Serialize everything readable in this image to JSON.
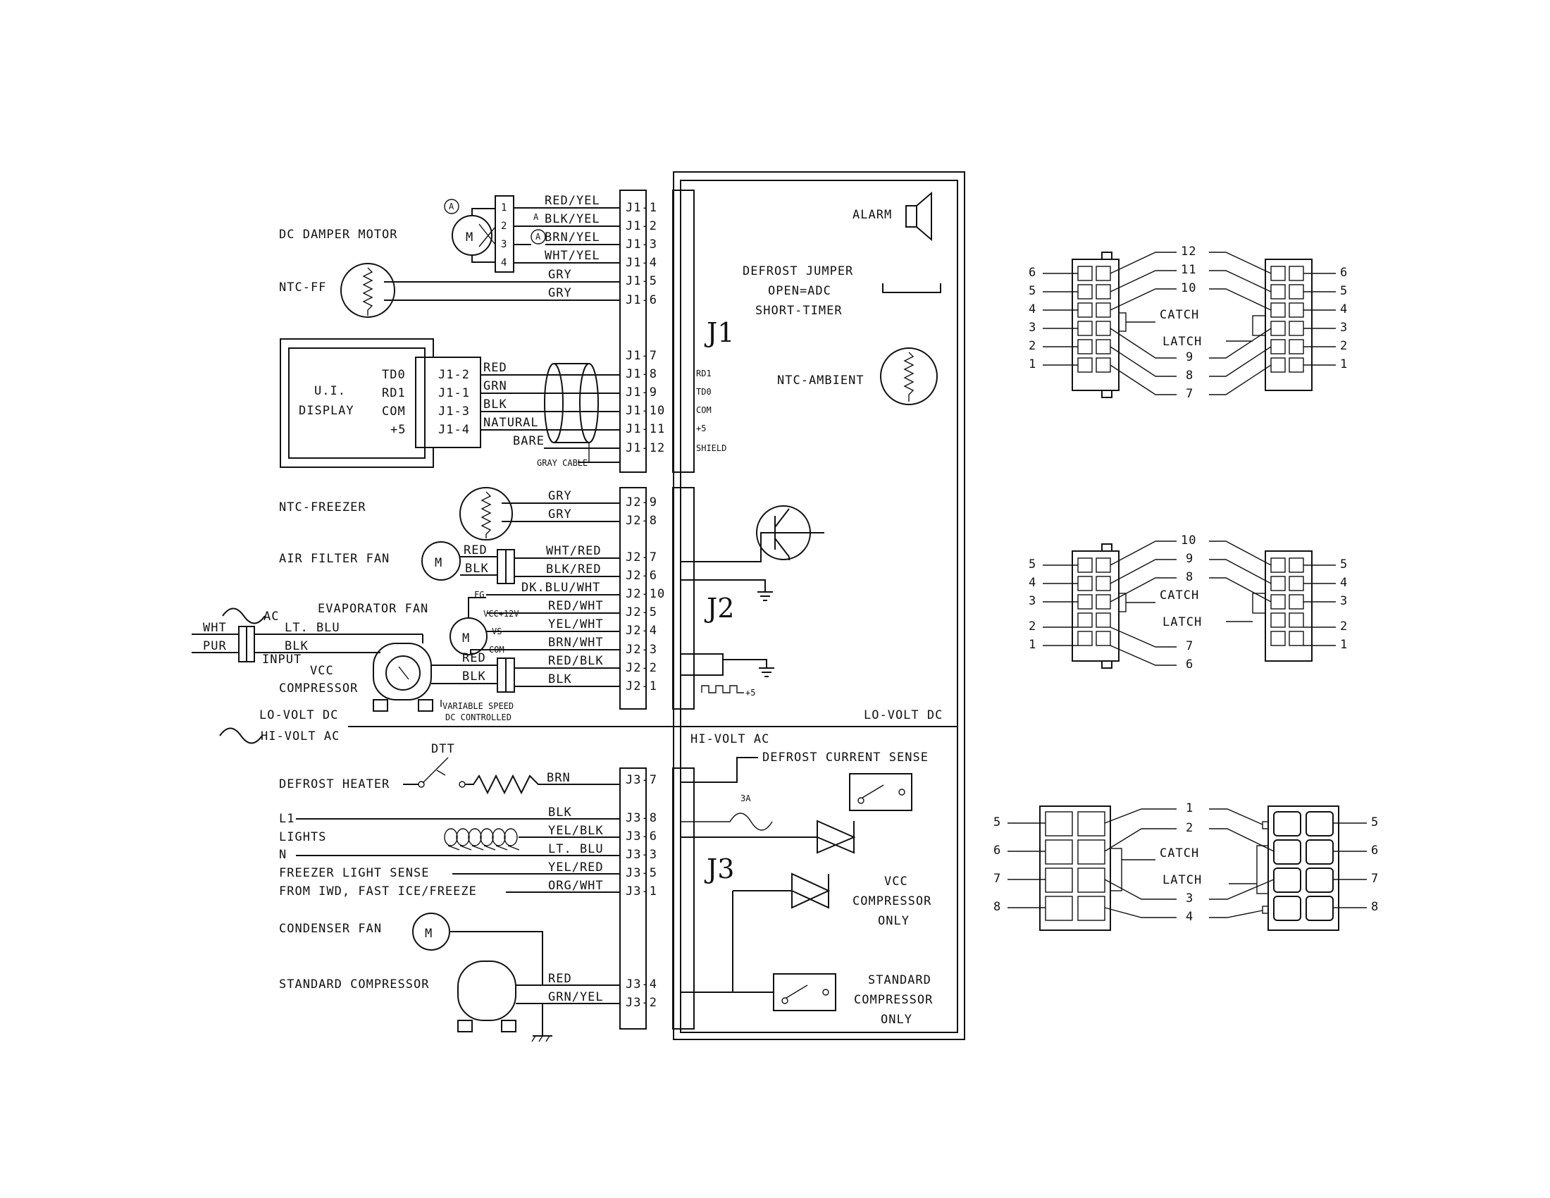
{
  "left_labels": {
    "dc_damper_motor": "DC DAMPER MOTOR",
    "ntc_ff": "NTC-FF",
    "ui_display_1": "U.I.",
    "ui_display_2": "DISPLAY",
    "ui_td0": "TD0",
    "ui_rd1": "RD1",
    "ui_com": "COM",
    "ui_p5": "+5",
    "ntc_freezer": "NTC-FREEZER",
    "air_filter_fan": "AIR FILTER FAN",
    "evaporator_fan": "EVAPORATOR FAN",
    "ac": "AC",
    "input": "INPUT",
    "vcc_1": "VCC",
    "vcc_2": "COMPRESSOR",
    "var_speed_1": "VARIABLE SPEED",
    "var_speed_2": "DC CONTROLLED",
    "lo_volt_dc": "LO-VOLT DC",
    "hi_volt_ac": "HI-VOLT AC",
    "dtt": "DTT",
    "defrost_heater": "DEFROST HEATER",
    "l1": "L1",
    "lights": "LIGHTS",
    "n": "N",
    "freezer_light_sense": "FREEZER LIGHT SENSE",
    "from_iwd": "FROM IWD, FAST ICE/FREEZE",
    "condenser_fan": "CONDENSER FAN",
    "standard_compressor": "STANDARD COMPRESSOR",
    "gray_cable": "GRAY CABLE",
    "bare": "BARE",
    "motor_m": "M",
    "circle_a": "A",
    "a_mark": "A",
    "fg": "FG",
    "vcc12": "VCC+12V",
    "vs": "VS",
    "com_small": "COM",
    "wht": "WHT",
    "pur": "PUR",
    "lt_blu_in": "LT. BLU",
    "blk_in": "BLK"
  },
  "wires_j1": [
    {
      "color": "RED/YEL",
      "pin": "J1-1"
    },
    {
      "color": "BLK/YEL",
      "pin": "J1-2"
    },
    {
      "color": "BRN/YEL",
      "pin": "J1-3"
    },
    {
      "color": "WHT/YEL",
      "pin": "J1-4"
    },
    {
      "color": "GRY",
      "pin": "J1-5"
    },
    {
      "color": "GRY",
      "pin": "J1-6"
    }
  ],
  "motor_pins": [
    "1",
    "2",
    "3",
    "4"
  ],
  "ui_pins": [
    "J1-2",
    "J1-1",
    "J1-3",
    "J1-4"
  ],
  "ui_wires": [
    "RED",
    "GRN",
    "BLK",
    "NATURAL"
  ],
  "j1_lower_pins": [
    "J1-7",
    "J1-8",
    "J1-9",
    "J1-10",
    "J1-11",
    "J1-12"
  ],
  "j1_inner": [
    "RD1",
    "TD0",
    "COM",
    "+5",
    "SHIELD"
  ],
  "wires_j2": [
    {
      "color": "GRY",
      "pin": "J2-9"
    },
    {
      "color": "GRY",
      "pin": "J2-8"
    },
    {
      "color": "WHT/RED",
      "pin": "J2-7"
    },
    {
      "color": "BLK/RED",
      "pin": "J2-6"
    },
    {
      "color": "DK.BLU/WHT",
      "pin": "J2-10"
    },
    {
      "color": "RED/WHT",
      "pin": "J2-5"
    },
    {
      "color": "YEL/WHT",
      "pin": "J2-4"
    },
    {
      "color": "BRN/WHT",
      "pin": "J2-3"
    },
    {
      "color": "RED/BLK",
      "pin": "J2-2"
    },
    {
      "color": "BLK",
      "pin": "J2-1"
    }
  ],
  "air_fan_wires": [
    "RED",
    "BLK"
  ],
  "comp_wires": [
    "RED",
    "BLK"
  ],
  "wires_j3": [
    {
      "color": "BRN",
      "pin": "J3-7"
    },
    {
      "color": "BLK",
      "pin": "J3-8"
    },
    {
      "color": "YEL/BLK",
      "pin": "J3-6"
    },
    {
      "color": "LT. BLU",
      "pin": "J3-3"
    },
    {
      "color": "YEL/RED",
      "pin": "J3-5"
    },
    {
      "color": "ORG/WHT",
      "pin": "J3-1"
    },
    {
      "color": "RED",
      "pin": "J3-4"
    },
    {
      "color": "GRN/YEL",
      "pin": "J3-2"
    }
  ],
  "board": {
    "j1": "J1",
    "j2": "J2",
    "j3": "J3",
    "alarm": "ALARM",
    "defrost_jumper_1": "DEFROST JUMPER",
    "defrost_jumper_2": "OPEN=ADC",
    "defrost_jumper_3": "SHORT-TIMER",
    "ntc_ambient": "NTC-AMBIENT",
    "lo_volt_dc": "LO-VOLT DC",
    "hi_volt_ac": "HI-VOLT AC",
    "defrost_current_sense": "DEFROST CURRENT SENSE",
    "fuse": "3A",
    "plus5": "+5",
    "vcc_only_1": "VCC",
    "vcc_only_2": "COMPRESSOR",
    "vcc_only_3": "ONLY",
    "std_only_1": "STANDARD",
    "std_only_2": "COMPRESSOR",
    "std_only_3": "ONLY"
  },
  "connectors": {
    "catch": "CATCH",
    "latch": "LATCH",
    "c12": {
      "left": [
        "6",
        "5",
        "4",
        "3",
        "2",
        "1"
      ],
      "mid_top": [
        "12",
        "11",
        "10"
      ],
      "mid_bot": [
        "9",
        "8",
        "7"
      ],
      "right": [
        "6",
        "5",
        "4",
        "3",
        "2",
        "1"
      ]
    },
    "c10": {
      "left": [
        "5",
        "4",
        "3",
        "2",
        "1"
      ],
      "mid_top": [
        "10",
        "9",
        "8"
      ],
      "mid_bot": [
        "7",
        "6"
      ],
      "right": [
        "5",
        "4",
        "3",
        "2",
        "1"
      ]
    },
    "c8": {
      "left": [
        "5",
        "6",
        "7",
        "8"
      ],
      "mid_top": [
        "1",
        "2"
      ],
      "mid_bot": [
        "3",
        "4"
      ],
      "right": [
        "5",
        "6",
        "7",
        "8"
      ]
    }
  }
}
